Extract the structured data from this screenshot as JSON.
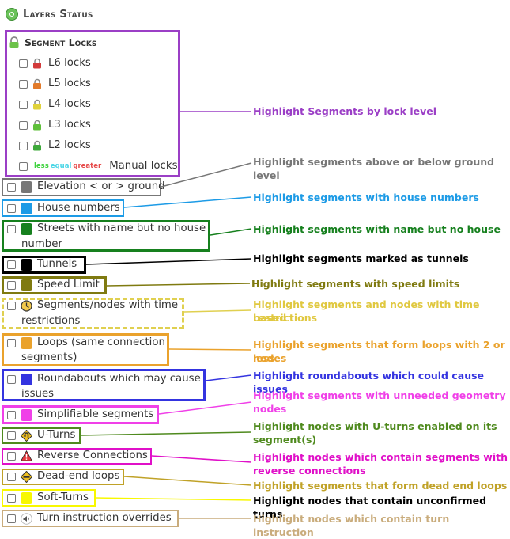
{
  "title": "Layers Status",
  "segment_locks": {
    "title": "Segment Locks",
    "items": [
      {
        "label": "L6 locks",
        "color": "#d23a3a"
      },
      {
        "label": "L5 locks",
        "color": "#e27a2a"
      },
      {
        "label": "L4 locks",
        "color": "#e0d23a"
      },
      {
        "label": "L3 locks",
        "color": "#5fbf3a"
      },
      {
        "label": "L2 locks",
        "color": "#3ea83a"
      }
    ],
    "manual": {
      "less": "less",
      "equal": "equal",
      "greater": "greater",
      "label": "Manual locks"
    }
  },
  "layers": {
    "elevation": "Elevation < or > ground",
    "house_numbers": "House numbers",
    "streets_name_1": "Streets with name but no house",
    "streets_name_2": "number",
    "tunnels": "Tunnels",
    "speed_limit": "Speed Limit",
    "time_restrictions_1": "Segments/nodes with time",
    "time_restrictions_2": "restrictions",
    "loops_1": "Loops (same connection",
    "loops_2": "segments)",
    "roundabouts_1": "Roundabouts which may cause",
    "roundabouts_2": "issues",
    "simplifiable": "Simplifiable segments",
    "u_turns": "U-Turns",
    "reverse": "Reverse Connections",
    "dead_end": "Dead-end loops",
    "soft_turns": "Soft-Turns",
    "turn_overrides": "Turn instruction overrides"
  },
  "annotations": {
    "locks": "Highlight Segments by lock level",
    "elevation": "Highlight segments above or below ground level",
    "house_numbers": "Highlight segments with house numbers",
    "streets_name": "Highlight segments with name but no house",
    "tunnels": "Highlight segments marked as tunnels",
    "speed_limit": "Highlight segments with speed limits",
    "time_1": "Highlight segments and nodes with time based",
    "time_2": "restrictions",
    "loops_1": "Highlight segments that form loops with 2 or less",
    "loops_2": "nodes",
    "roundabouts": "Highlight roundabouts which could cause issues",
    "simplifiable_1": "Highlight segments with unneeded geometry",
    "simplifiable_2": "nodes",
    "u_turns_1": "Highlight nodes with U-turns enabled on its",
    "u_turns_2": "segment(s)",
    "reverse_1": "Highlight nodes which contain segments with",
    "reverse_2": "reverse connections",
    "dead_end": "Highlight segments that form dead end loops",
    "soft_turns": "Highlight nodes that contain unconfirmed turns",
    "turn_overrides": "Highlight nodes which contain turn instruction"
  },
  "colors": {
    "locks_box": "#9b3fc6",
    "elevation": "#777777",
    "house_numbers": "#1d9be6",
    "streets_name": "#16801e",
    "tunnels": "#000000",
    "speed_limit": "#7f7a10",
    "time": "#e0d050",
    "loops": "#eaa22c",
    "roundabouts": "#3434e0",
    "simplifiable": "#f040e8",
    "u_turns": "#4f8a1e",
    "reverse": "#e010c8",
    "dead_end": "#c0a228",
    "soft_turns": "#f8f800",
    "turn_overrides": "#c9ac7c",
    "less": "#3ed23e",
    "equal": "#4ad6e6",
    "greater": "#e64a4a"
  },
  "icons": [
    "power-icon",
    "padlock-icon",
    "clock-icon",
    "u-turn-sign-icon",
    "warning-triangle-icon",
    "dead-end-sign-icon",
    "speaker-icon"
  ]
}
